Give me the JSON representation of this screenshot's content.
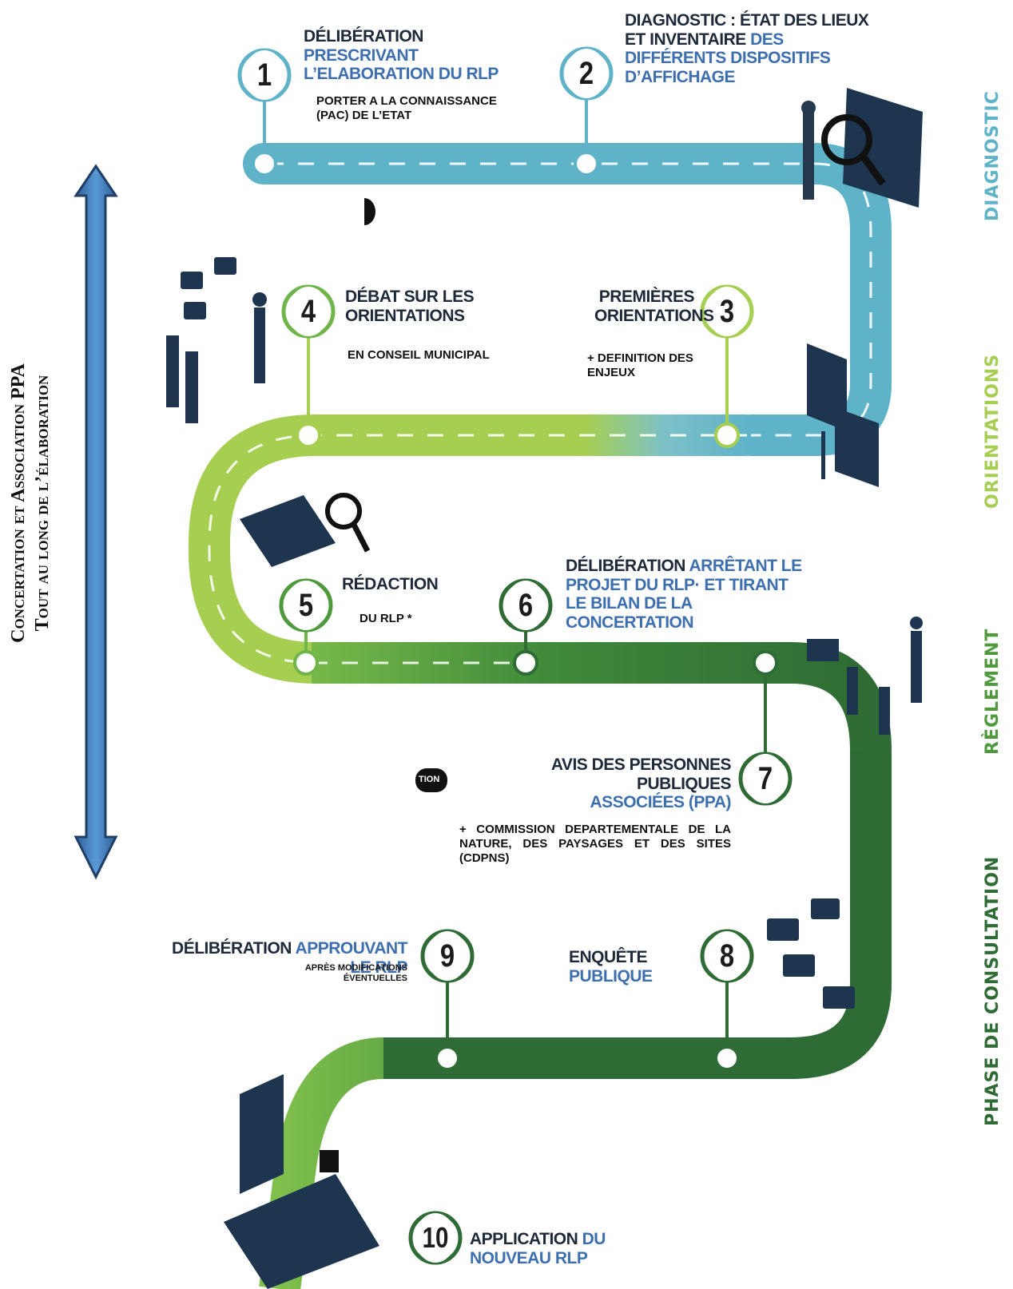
{
  "left_banner": {
    "line1": "Concertation et Association PPA",
    "line2": "Tout au long de l’élaboration"
  },
  "phases": {
    "diagnostic": "DIAGNOSTIC",
    "orientations": "ORIENTATIONS",
    "reglement": "RÈGLEMENT",
    "consultation": "PHASE DE CONSULTATION"
  },
  "steps": [
    {
      "num": "1",
      "dark": "DÉLIBÉRATION",
      "accent": " PRESCRIVANT L’ELABORATION DU RLP",
      "note": "PORTER A LA CONNAISSANCE (PAC) DE L’ETAT"
    },
    {
      "num": "2",
      "dark": "DIAGNOSTIC : ÉTAT DES LIEUX ET INVENTAIRE",
      "accent": " DES DIFFÉRENTS DISPOSITIFS D’AFFICHAGE",
      "note": ""
    },
    {
      "num": "3",
      "dark": "PREMIÈRES ORIENTATIONS",
      "accent": "",
      "note": "+  DEFINITION DES ENJEUX"
    },
    {
      "num": "4",
      "dark": "DÉBAT SUR LES ORIENTATIONS",
      "accent": "",
      "note": "EN CONSEIL MUNICIPAL"
    },
    {
      "num": "5",
      "dark": "RÉDACTION",
      "accent": "",
      "note": "DU RLP *"
    },
    {
      "num": "6",
      "dark": "DÉLIBÉRATION",
      "accent": " ARRÊTANT LE PROJET DU RLP· ET TIRANT LE BILAN DE LA CONCERTATION",
      "note": ""
    },
    {
      "num": "7",
      "dark": "AVIS DES PERSONNES PUBLIQUES",
      "accent": "ASSOCIÉES (PPA)",
      "note": "+ COMMISSION DEPARTEMENTALE DE LA NATURE, DES PAYSAGES ET DES SITES (CDPNS)"
    },
    {
      "num": "8",
      "dark": "ENQUÊTE",
      "accent": " PUBLIQUE",
      "note": ""
    },
    {
      "num": "9",
      "dark": "DÉLIBÉRATION",
      "accent": " APPROUVANT LE RLP",
      "note": "APRÈS MODIFICATIONS ÉVENTUELLES"
    },
    {
      "num": "10",
      "dark": "APPLICATION",
      "accent": " DU NOUVEAU RLP",
      "note": ""
    }
  ],
  "fragment": "TION",
  "colors": {
    "teal": "#5fb3c9",
    "lime": "#a9cf54",
    "green": "#4e9a3d",
    "dark_green": "#2f6b34",
    "arrow": "#4a86c5"
  }
}
